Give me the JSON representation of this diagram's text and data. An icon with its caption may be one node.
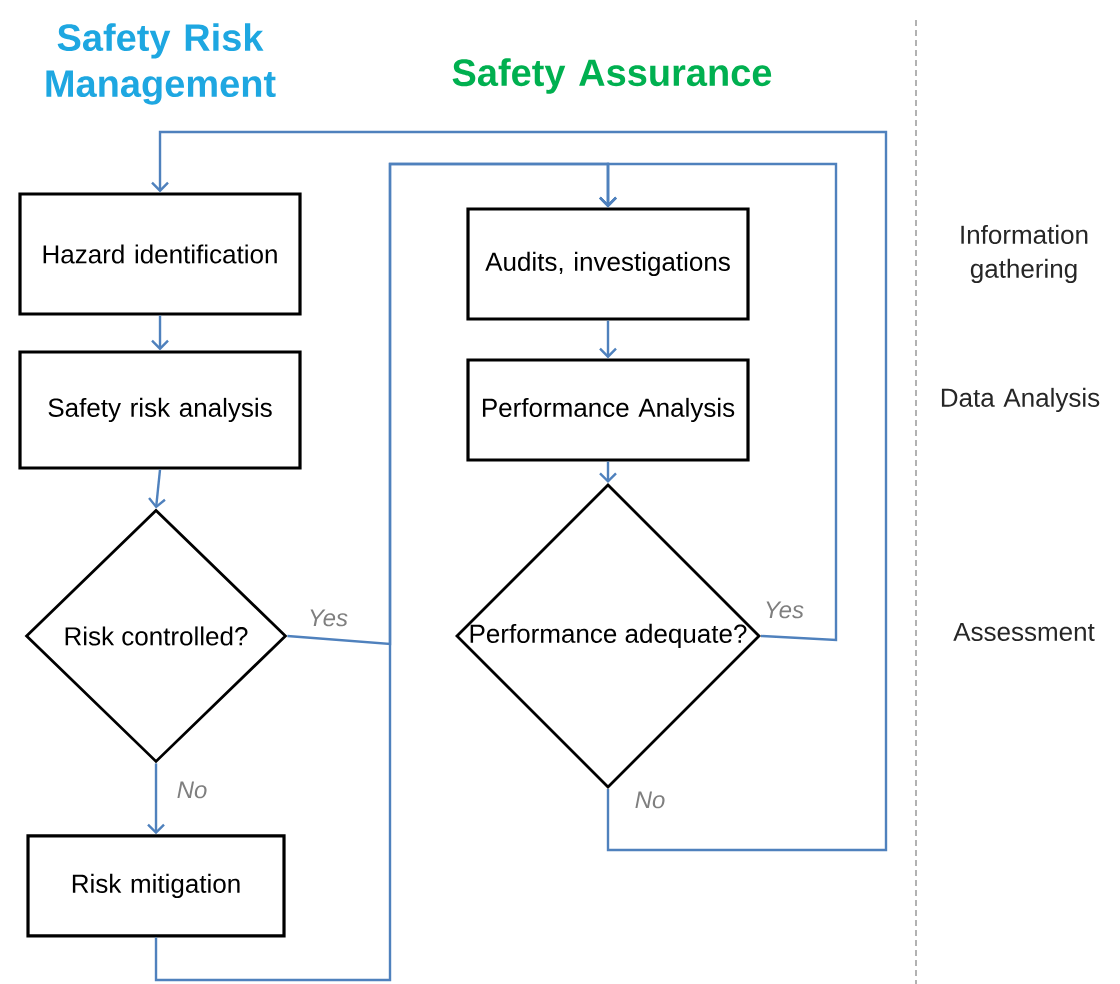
{
  "diagram": {
    "nodes": [
      {
        "text": [
          "Hazard identification"
        ]
      },
      {
        "text": [
          "Safety risk analysis"
        ]
      },
      {
        "text": [
          "Risk controlled?"
        ]
      },
      {
        "text": [
          "Risk mitigation"
        ]
      },
      {
        "text": [
          "Audits, investigations"
        ]
      },
      {
        "text": [
          "Performance Analysis"
        ]
      },
      {
        "text": [
          "Performance adequate?"
        ]
      }
    ],
    "edges": [
      {
        "from": 0,
        "to": 1,
        "arrow": "to"
      },
      {
        "from": 1,
        "to": 2,
        "arrow": "to"
      },
      {
        "from": 2,
        "to": 3,
        "arrow": "to",
        "label": "No"
      },
      {
        "from": 2,
        "to": 4,
        "arrow": "to",
        "label": "Yes"
      },
      {
        "from": 3,
        "to": 4,
        "arrow": "to"
      },
      {
        "from": 4,
        "to": 5,
        "arrow": "to"
      },
      {
        "from": 5,
        "to": 6,
        "arrow": "to"
      },
      {
        "from": 6,
        "to": 4,
        "arrow": "to",
        "label": "Yes"
      },
      {
        "from": 6,
        "to": 0,
        "arrow": "to",
        "label": "No"
      }
    ],
    "labels": [
      "Safety Risk Management",
      "Safety Assurance",
      "Information gathering",
      "Data Analysis",
      "Assessment"
    ]
  }
}
